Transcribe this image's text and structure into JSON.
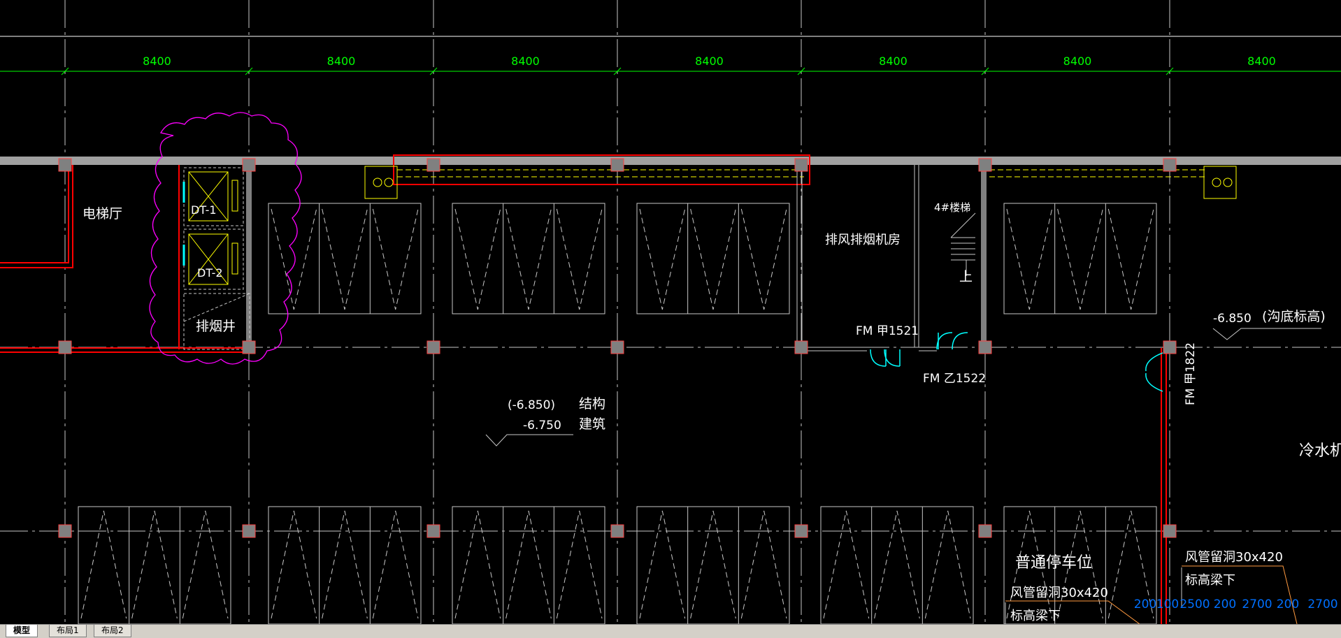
{
  "colors": {
    "grid": "#ffffff",
    "dimension": "#00ff00",
    "wall_red": "#ff0000",
    "magenta_cloud": "#ff00ff",
    "yellow": "#ffff00",
    "cyan": "#00ffff",
    "beam_gray": "#a0a0a0",
    "column_gray": "#808080",
    "blue_text": "#0070ff",
    "orange_leader": "#ff9a40"
  },
  "dimensions": [
    "8400",
    "8400",
    "8400",
    "8400",
    "8400",
    "8400",
    "8400"
  ],
  "labels": {
    "elevator_hall": "电梯厅",
    "dt1": "DT-1",
    "dt2": "DT-2",
    "smoke_shaft": "排烟井",
    "fan_room": "排风排烟机房",
    "stair": "4#楼梯",
    "stair_up": "上",
    "door_fm1521": "FM 甲1521",
    "door_fm1522": "FM 乙1522",
    "door_fm1822": "FM 甲1822",
    "elev_trench": "-6.850",
    "trench_note": "(沟底标高)",
    "elev_struct": "(-6.850)",
    "elev_arch": "-6.750",
    "struct_label": "结构",
    "arch_label": "建筑",
    "chiller_room": "冷水机房",
    "parking": "普通停车位",
    "duct_hole_left": "风管留洞30x420",
    "beam_bottom_left": "标高梁下",
    "duct_hole_right": "风管留洞30x420",
    "beam_bottom_right": "标高梁下",
    "bottom_dims": [
      "200",
      "100",
      "2500",
      "200",
      "2700",
      "200",
      "2700"
    ]
  },
  "tabs": [
    {
      "label": "模型",
      "active": true
    },
    {
      "label": "布局1",
      "active": false
    },
    {
      "label": "布局2",
      "active": false
    }
  ]
}
